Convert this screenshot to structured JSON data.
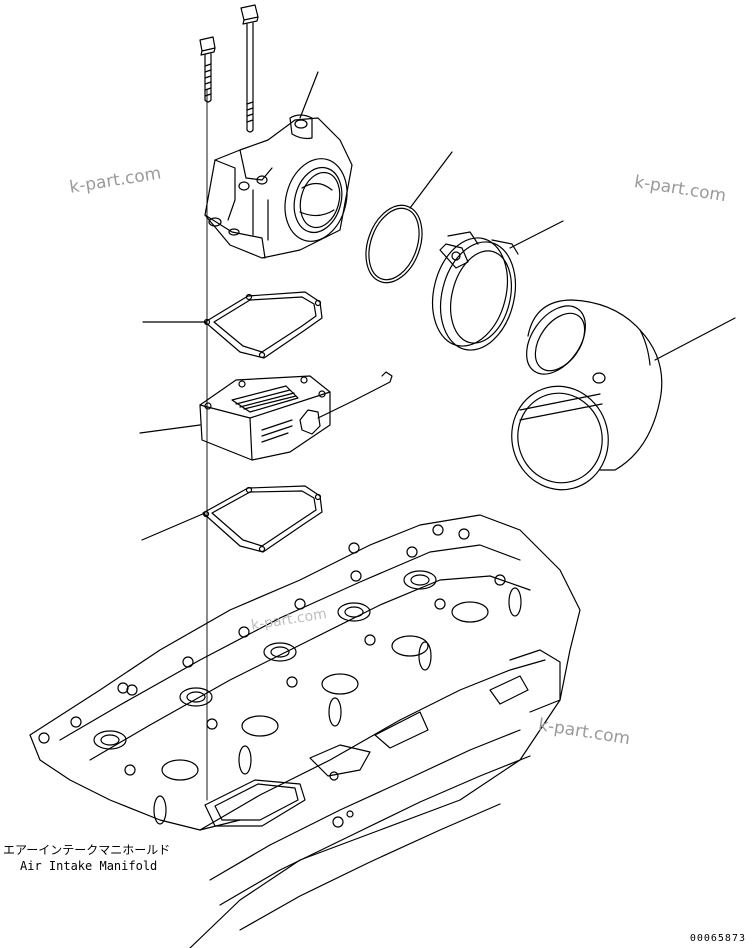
{
  "watermarks": [
    "k-part.com",
    "k-part.com",
    "k-part.com",
    "k-part.com"
  ],
  "caption": {
    "japanese": "エアーインテークマニホールド",
    "english": "Air Intake Manifold"
  },
  "drawing_code": "00065873",
  "colors": {
    "line": "#000000",
    "watermark": "#9a9a9a",
    "background": "#ffffff"
  }
}
